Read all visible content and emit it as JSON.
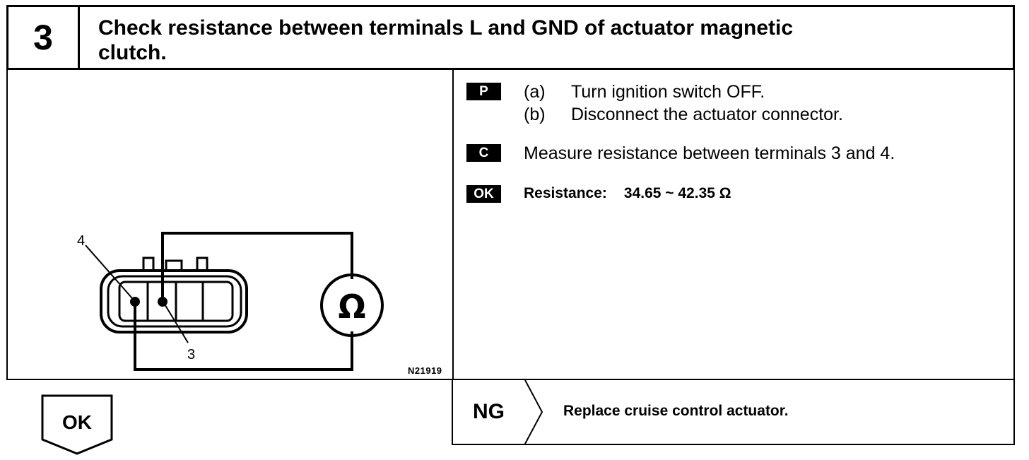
{
  "header": {
    "step_number": "3",
    "title_line1": "Check resistance between terminals L and GND of actuator magnetic",
    "title_line2": "clutch."
  },
  "diagram": {
    "terminal_label_left": "4",
    "terminal_label_bottom": "3",
    "ohmmeter_symbol": "Ω",
    "figure_id": "N21919"
  },
  "instructions": {
    "prep_badge": "P",
    "step_a_label": "(a)",
    "step_a_text": "Turn ignition switch OFF.",
    "step_b_label": "(b)",
    "step_b_text": "Disconnect the actuator connector.",
    "check_badge": "C",
    "check_text": "Measure resistance between terminals 3 and 4.",
    "ok_badge": "OK",
    "resistance_label": "Resistance:",
    "resistance_value": "34.65 ~ 42.35 Ω"
  },
  "result": {
    "ok_label": "OK",
    "ng_label": "NG",
    "ng_action": "Replace cruise control actuator."
  }
}
